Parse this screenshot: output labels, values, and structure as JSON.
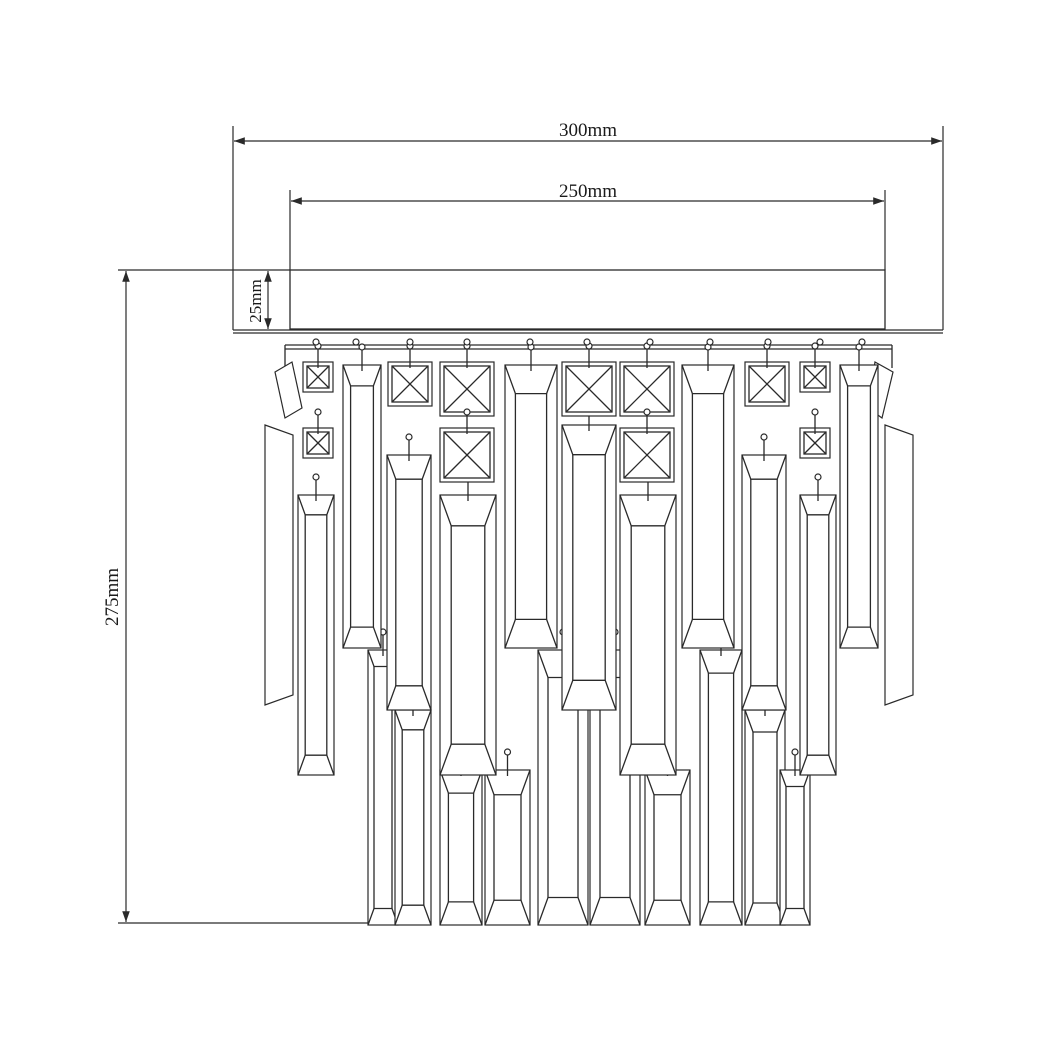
{
  "dimensions": {
    "outer_width": "300mm",
    "inner_width": "250mm",
    "canopy_height": "25mm",
    "total_height": "275mm"
  },
  "colors": {
    "line": "#2a2a2a",
    "background": "#ffffff"
  }
}
